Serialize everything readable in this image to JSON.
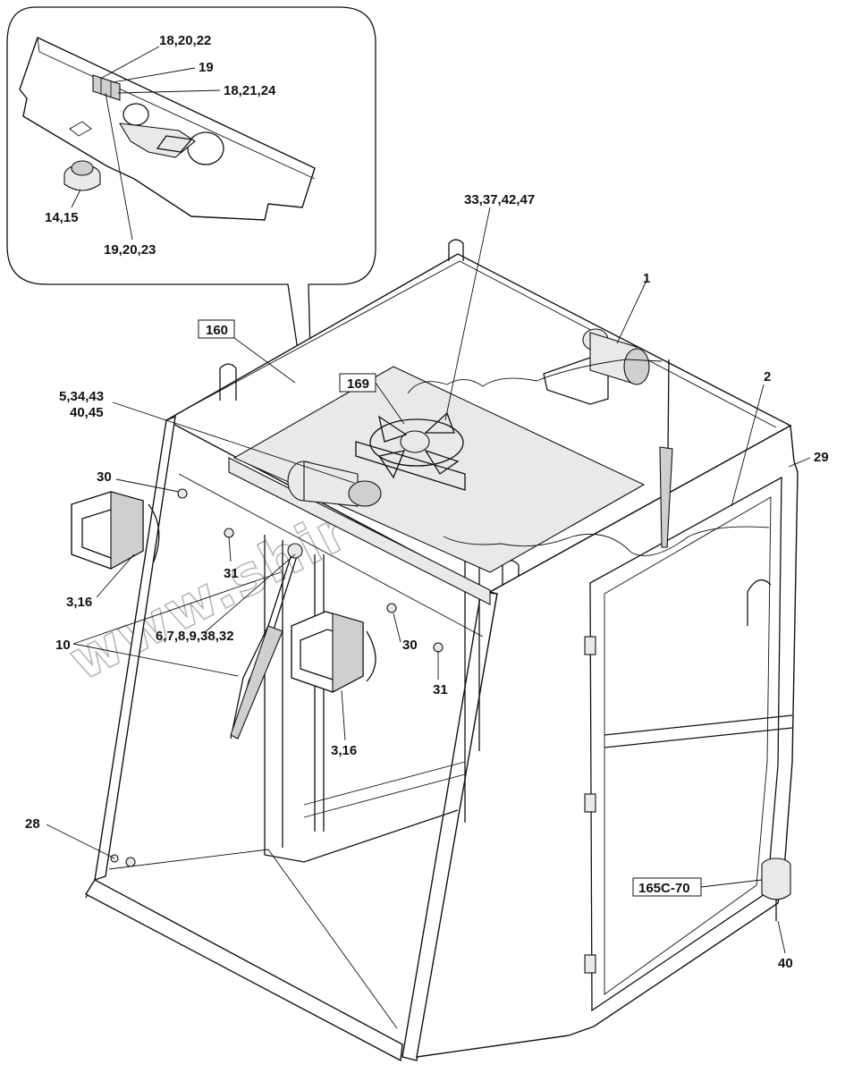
{
  "watermark": "www.shiron-too.kz",
  "callouts": {
    "detail_top_a": "18,20,22",
    "detail_top_b": "19",
    "detail_top_c": "18,21,24",
    "detail_knob": "14,15",
    "detail_bottom": "19,20,23",
    "fan_parts": "33,37,42,47",
    "motor": "1",
    "boxed_160": "160",
    "boxed_169": "169",
    "left_beam_a": "5,34,43",
    "left_beam_b": "40,45",
    "right_rail": "2",
    "right_edge": "29",
    "left_bolt": "30",
    "left_nut": "31",
    "left_lamp": "3,16",
    "wiper_left": "10",
    "wiper_parts": "6,7,8,9,38,32",
    "center_bolt": "30",
    "center_nut": "31",
    "center_lamp": "3,16",
    "bottom_left": "28",
    "boxed_165c": "165C-70",
    "beacon": "40"
  }
}
